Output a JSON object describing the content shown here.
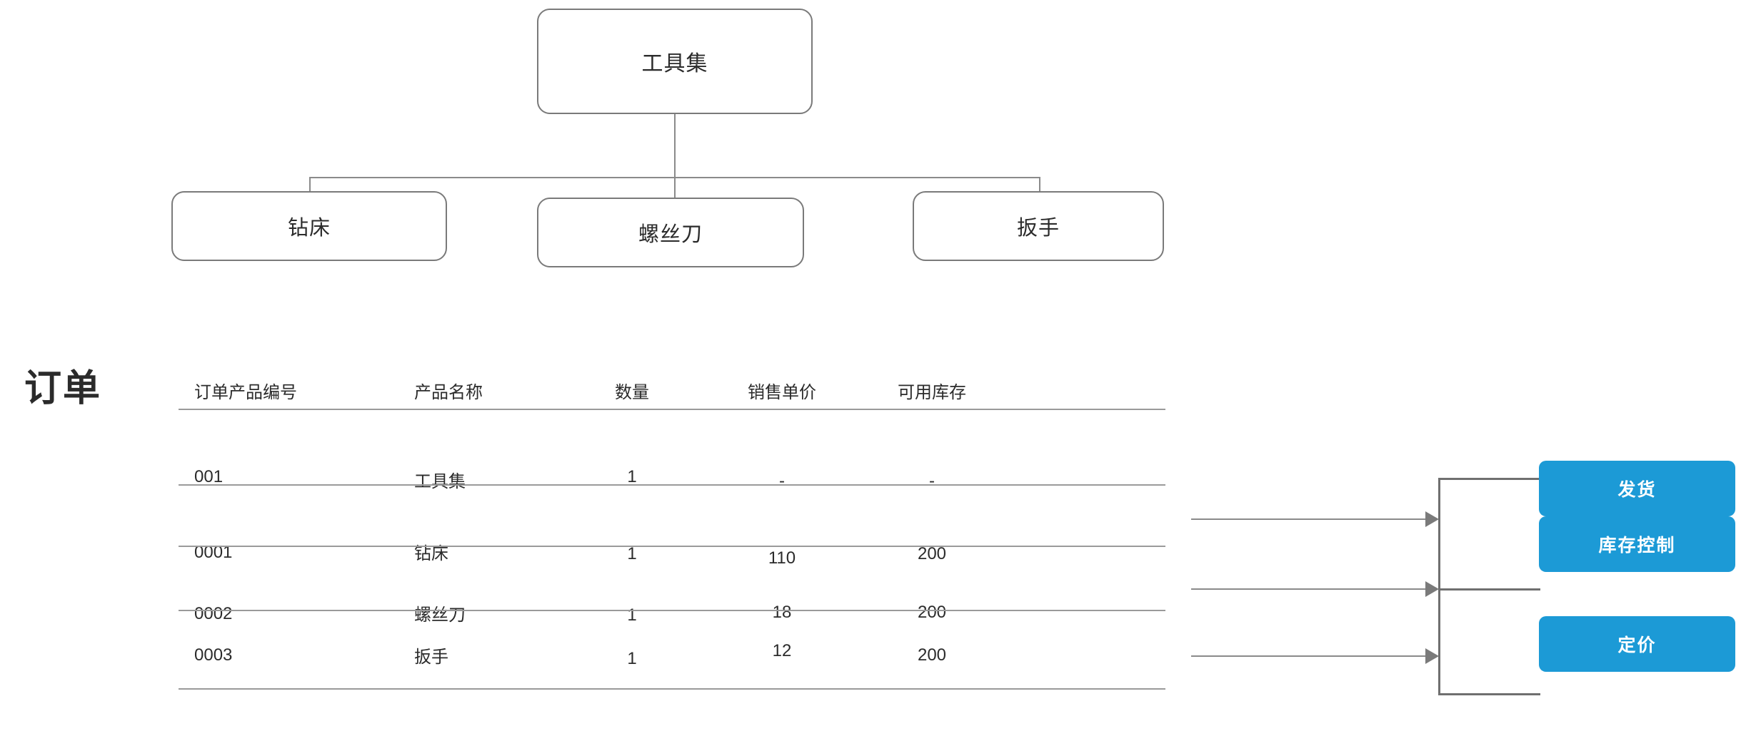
{
  "tree": {
    "root": {
      "label": "工具集"
    },
    "children": [
      {
        "label": "钻床"
      },
      {
        "label": "螺丝刀"
      },
      {
        "label": "扳手"
      }
    ]
  },
  "order": {
    "title": "订单",
    "columns": [
      "订单产品编号",
      "产品名称",
      "数量",
      "销售单价",
      "可用库存"
    ],
    "rows": [
      {
        "code": "001",
        "name": "工具集",
        "qty": "1",
        "price": "-",
        "stock": "-"
      },
      {
        "code": "0001",
        "name": "钻床",
        "qty": "1",
        "price": "110",
        "stock": "200"
      },
      {
        "code": "0002",
        "name": "螺丝刀",
        "qty": "1",
        "price": "18",
        "stock": "200"
      },
      {
        "code": "0003",
        "name": "扳手",
        "qty": "1",
        "price": "12",
        "stock": "200"
      }
    ]
  },
  "actions": [
    {
      "label": "发货"
    },
    {
      "label": "库存控制"
    },
    {
      "label": "定价"
    }
  ],
  "colors": {
    "accent_blue": "#1c9ad6",
    "line_gray": "#8a8a8a",
    "node_border": "#7a7a7a",
    "text": "#2b2b2b"
  }
}
